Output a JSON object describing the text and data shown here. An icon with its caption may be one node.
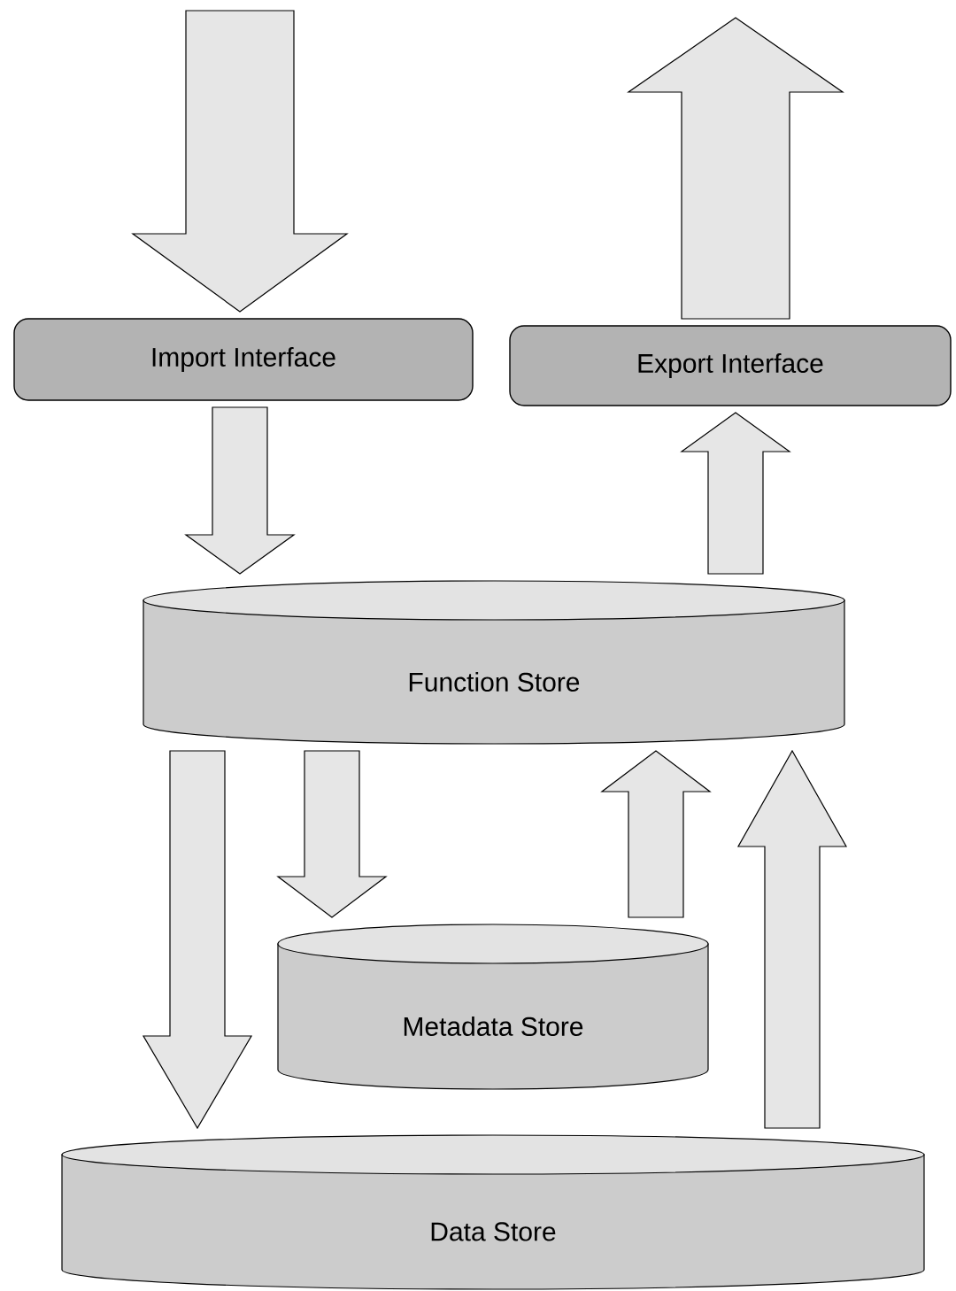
{
  "diagram": {
    "nodes": [
      {
        "text": [
          "Import Interface"
        ]
      },
      {
        "text": [
          "Export Interface"
        ]
      },
      {
        "text": [
          "Function Store"
        ]
      },
      {
        "text": [
          "Metadata Store"
        ]
      },
      {
        "text": [
          "Data Store"
        ]
      }
    ],
    "edges": [
      {
        "from": null,
        "to": 0,
        "arrow": "to"
      },
      {
        "from": 1,
        "to": null,
        "arrow": "to"
      },
      {
        "from": 0,
        "to": 2,
        "arrow": "to"
      },
      {
        "from": 2,
        "to": 1,
        "arrow": "to"
      },
      {
        "from": 2,
        "to": 4,
        "arrow": "to"
      },
      {
        "from": 2,
        "to": 3,
        "arrow": "to"
      },
      {
        "from": 3,
        "to": 2,
        "arrow": "to"
      },
      {
        "from": 4,
        "to": 2,
        "arrow": "to"
      }
    ]
  }
}
